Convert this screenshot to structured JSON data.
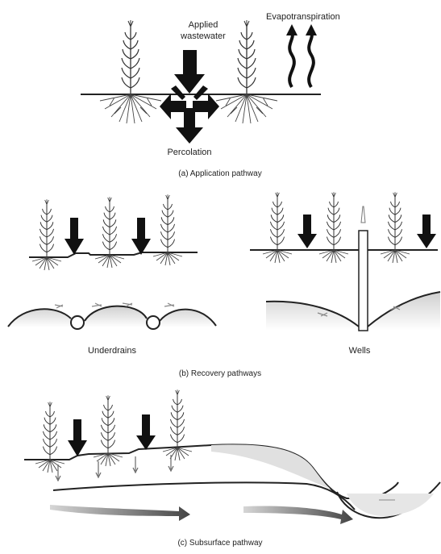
{
  "panel_a": {
    "label_applied": "Applied wastewater",
    "label_applied_lines": [
      "Applied",
      "wastewater"
    ],
    "label_evapo": "Evapotranspiration",
    "label_percolation": "Percolation",
    "caption": "(a) Application pathway"
  },
  "panel_b": {
    "label_underdrains": "Underdrains",
    "label_wells": "Wells",
    "caption": "(b) Recovery pathways"
  },
  "panel_c": {
    "caption": "(c) Subsurface pathway"
  }
}
